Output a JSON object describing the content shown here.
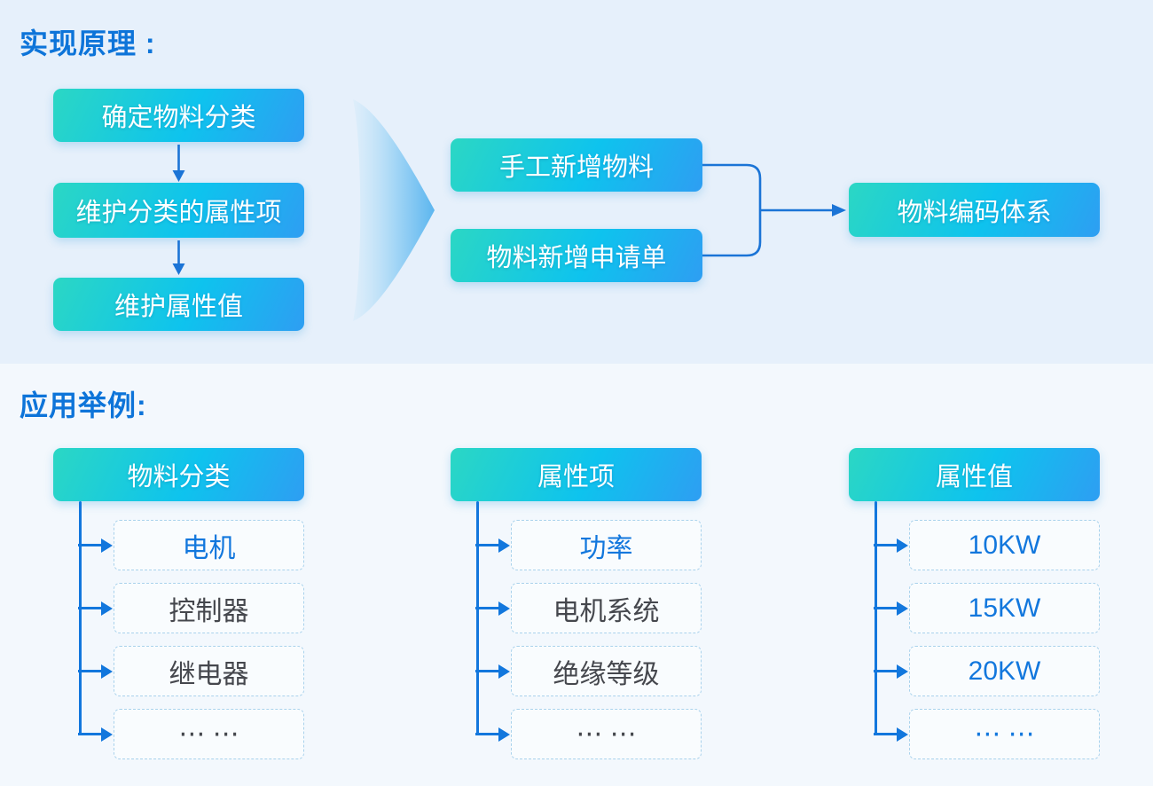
{
  "colors": {
    "accent_blue": "#0d74d9",
    "connector_blue": "#1b74d6",
    "tree_blue": "#1277dd",
    "box_gradient_start": "#2bd7c4",
    "box_gradient_mid": "#0ec3ee",
    "box_gradient_end": "#2e9ef2",
    "section_top_bg": "#e6f0fb",
    "section_bottom_bg": "#f3f8fd",
    "item_text_dark": "#45474d",
    "item_border": "#a9d2ec"
  },
  "principle": {
    "title": "实现原理 :",
    "steps": [
      "确定物料分类",
      "维护分类的属性项",
      "维护属性值"
    ],
    "sources": [
      "手工新增物料",
      "物料新增申请单"
    ],
    "result": "物料编码体系"
  },
  "examples": {
    "title": "应用举例:",
    "columns": [
      {
        "header": "物料分类",
        "items": [
          {
            "label": "电机",
            "highlight": true
          },
          {
            "label": "控制器",
            "highlight": false
          },
          {
            "label": "继电器",
            "highlight": false
          },
          {
            "label": "⋯ ⋯",
            "highlight": false
          }
        ]
      },
      {
        "header": "属性项",
        "items": [
          {
            "label": "功率",
            "highlight": true
          },
          {
            "label": "电机系统",
            "highlight": false
          },
          {
            "label": "绝缘等级",
            "highlight": false
          },
          {
            "label": "⋯ ⋯",
            "highlight": false
          }
        ]
      },
      {
        "header": "属性值",
        "items": [
          {
            "label": "10KW",
            "highlight": true
          },
          {
            "label": "15KW",
            "highlight": true
          },
          {
            "label": "20KW",
            "highlight": true
          },
          {
            "label": "⋯ ⋯",
            "highlight": true
          }
        ]
      }
    ]
  }
}
